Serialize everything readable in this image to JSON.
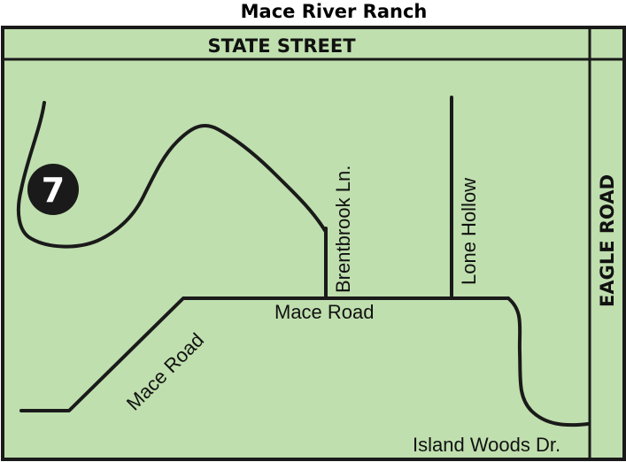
{
  "title": "Mace River Ranch",
  "colors": {
    "land": "#bfdfae",
    "road": "#1a1a1a",
    "marker": "#1a1a1a",
    "marker_text": "#ffffff"
  },
  "streets": {
    "state_street": "STATE STREET",
    "eagle_road": "EAGLE ROAD",
    "brentbrook": "Brentbrook Ln.",
    "lone_hollow": "Lone Hollow",
    "mace_road_horizontal": "Mace Road",
    "mace_road_diagonal": "Mace Road",
    "island_woods": "Island Woods Dr."
  },
  "marker": {
    "label": "7"
  }
}
